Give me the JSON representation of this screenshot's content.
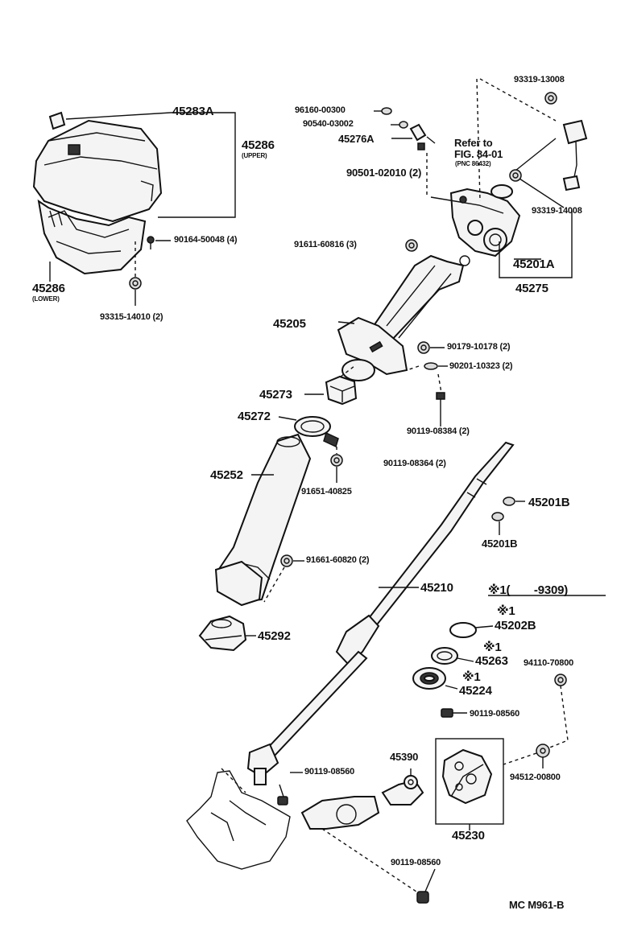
{
  "labels": {
    "p45283A": "45283A",
    "p45286_upper": "45286",
    "upper": "(UPPER)",
    "p90164": "90164-50048 (4)",
    "p45286_lower": "45286",
    "lower": "(LOWER)",
    "p93315": "93315-14010 (2)",
    "p96160": "96160-00300",
    "p90540": "90540-03002",
    "p45276A": "45276A",
    "refer1": "Refer to",
    "refer2": "FIG. 84-01",
    "refer3": "(PNC 86432)",
    "p90501": "90501-02010 (2)",
    "p93319_13008": "93319-13008",
    "p93319_14008": "93319-14008",
    "p91611": "91611-60816 (3)",
    "p45201A": "45201A",
    "p45275": "45275",
    "p45205": "45205",
    "p90179": "90179-10178 (2)",
    "p90201": "90201-10323 (2)",
    "p45273": "45273",
    "p45272": "45272",
    "p90119_08384": "90119-08384 (2)",
    "p90119_08364": "90119-08364 (2)",
    "p45252": "45252",
    "p91651": "91651-40825",
    "p45201B_1": "45201B",
    "p45201B_2": "45201B",
    "p91661": "91661-60820 (2)",
    "p45210": "45210",
    "note_range": "※1(　　-9309)",
    "note1a": "※1",
    "p45202B": "45202B",
    "p45292": "45292",
    "note1b": "※1",
    "p45263": "45263",
    "p94110": "94110-70800",
    "note1c": "※1",
    "p45224": "45224",
    "p90119_08560a": "90119-08560",
    "p45390": "45390",
    "p90119_08560b": "90119-08560",
    "p94512": "94512-00800",
    "p45230": "45230",
    "p90119_08560c": "90119-08560",
    "figure_code": "MC M961-B"
  }
}
